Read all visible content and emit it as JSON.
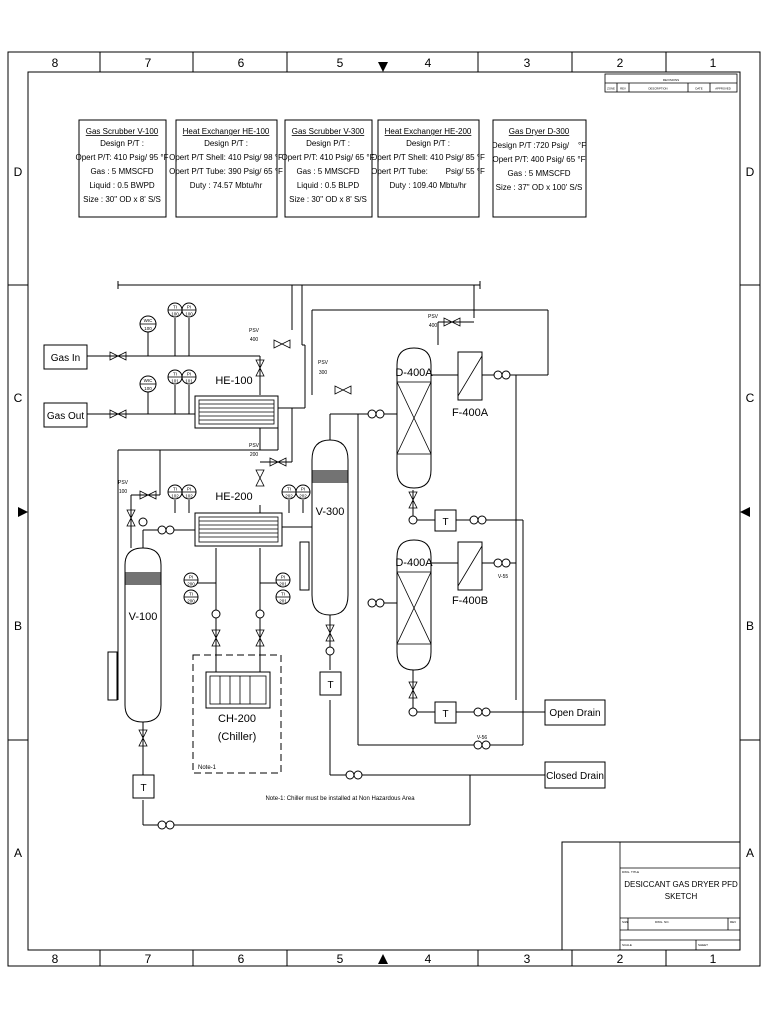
{
  "border": {
    "columns": [
      "8",
      "7",
      "6",
      "5",
      "4",
      "3",
      "2",
      "1"
    ],
    "rows": [
      "D",
      "C",
      "B",
      "A"
    ]
  },
  "revision_block": {
    "title": "REVISIONS",
    "headers": [
      "ZONE",
      "REV",
      "DESCRIPTION",
      "DATE",
      "APPROVED"
    ]
  },
  "spec_boxes": [
    {
      "lines": [
        "Gas Scrubber V-100",
        "Design P/T :",
        "Opert P/T: 410 Psig/ 95 °F",
        "Gas : 5 MMSCFD",
        "Liquid : 0.5 BWPD",
        "Size : 30\" OD x 8' S/S"
      ]
    },
    {
      "lines": [
        "Heat Exchanger HE-100",
        "Design P/T :",
        "Opert P/T Shell: 410 Psig/ 98 °F",
        "Opert P/T Tube: 390 Psig/ 65 °F",
        "Duty : 74.57 Mbtu/hr"
      ]
    },
    {
      "lines": [
        "Gas Scrubber V-300",
        "Design P/T :",
        "Opert P/T: 410 Psig/ 65 °F",
        "Gas : 5 MMSCFD",
        "Liquid : 0.5 BLPD",
        "Size : 30\" OD x 8' S/S"
      ]
    },
    {
      "lines": [
        "Heat Exchanger HE-200",
        "Design P/T :",
        "Opert P/T Shell: 410 Psig/ 85 °F",
        "Opert P/T Tube:        Psig/ 55 °F",
        "Duty : 109.40 Mbtu/hr"
      ]
    },
    {
      "lines": [
        "Gas Dryer D-300",
        "Design P/T :720 Psig/    °F",
        "Opert P/T: 400 Psig/ 65 °F",
        "Gas : 5 MMSCFD",
        "Size : 37\" OD x 100' S/S"
      ]
    }
  ],
  "streams": {
    "gas_in": "Gas In",
    "gas_out": "Gas Out",
    "open_drain": "Open Drain",
    "closed_drain": "Closed Drain"
  },
  "equipment": {
    "he100": "HE-100",
    "he200": "HE-200",
    "v100": "V-100",
    "v300": "V-300",
    "d400a": "D-400A",
    "d400b": "D-400A",
    "f400a": "F-400A",
    "f400b": "F-400B",
    "ch200_name": "CH-200",
    "ch200_desc": "(Chiller)",
    "note_tag": "Note-1",
    "trap": "T"
  },
  "instruments": {
    "psv": "PSV",
    "psv400": "400",
    "psv300": "300",
    "psv200": "200",
    "psv100": "100",
    "wic": "WIC",
    "wic_tag": "100",
    "pi": "PI",
    "ti": "TI",
    "tag100": "100",
    "tag101": "101",
    "tag102": "102",
    "tag200": "200",
    "tag201": "201",
    "tag202": "202",
    "v55": "V-55",
    "v56": "V-56"
  },
  "note_text": "Note-1: Chiller must be installed at Non Hazardous Area",
  "title_block": {
    "dwg_title_label": "DWG. TITLE",
    "title_line1": "DESICCANT GAS DRYER PFD",
    "title_line2": "SKETCH",
    "size_label": "SIZE",
    "dwg_no_label": "DWG. NO.",
    "rev_label": "REV",
    "scale_label": "SCALE",
    "sheet_label": "SHEET"
  }
}
